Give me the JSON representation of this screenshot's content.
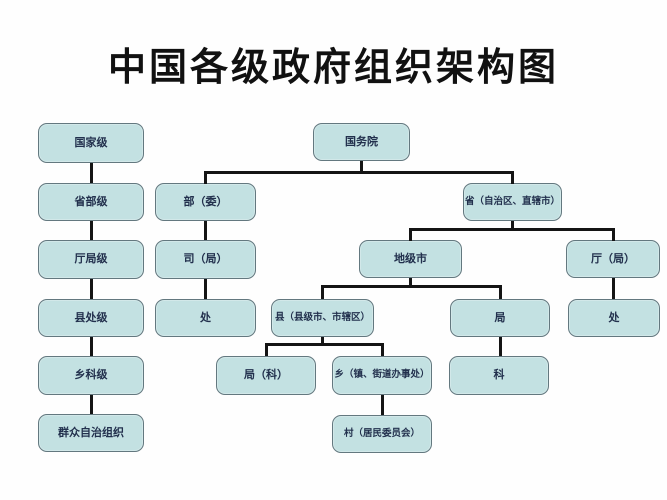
{
  "title": "中国各级政府组织架构图",
  "colors": {
    "box_fill": "#c3e1e2",
    "box_border": "#63787f",
    "connector": "#141414",
    "text": "#22304d",
    "background": "#fefefe"
  },
  "left_levels": [
    "国家级",
    "省部级",
    "厅局级",
    "县处级",
    "乡科级",
    "群众自治组织"
  ],
  "org_nodes": {
    "state_council": "国务院",
    "ministry": "部（委）",
    "province": "省（自治区、直辖市）",
    "department_bureau": "司（局）",
    "prefecture_city": "地级市",
    "ting_bureau": "厅（局）",
    "division_under_ministry": "处",
    "county": "县（县级市、市辖区）",
    "bureau_city": "局",
    "division_under_ting": "处",
    "bureau_section": "局（科）",
    "township": "乡（镇、街道办事处）",
    "section": "科",
    "village": "村（居民委员会）"
  }
}
